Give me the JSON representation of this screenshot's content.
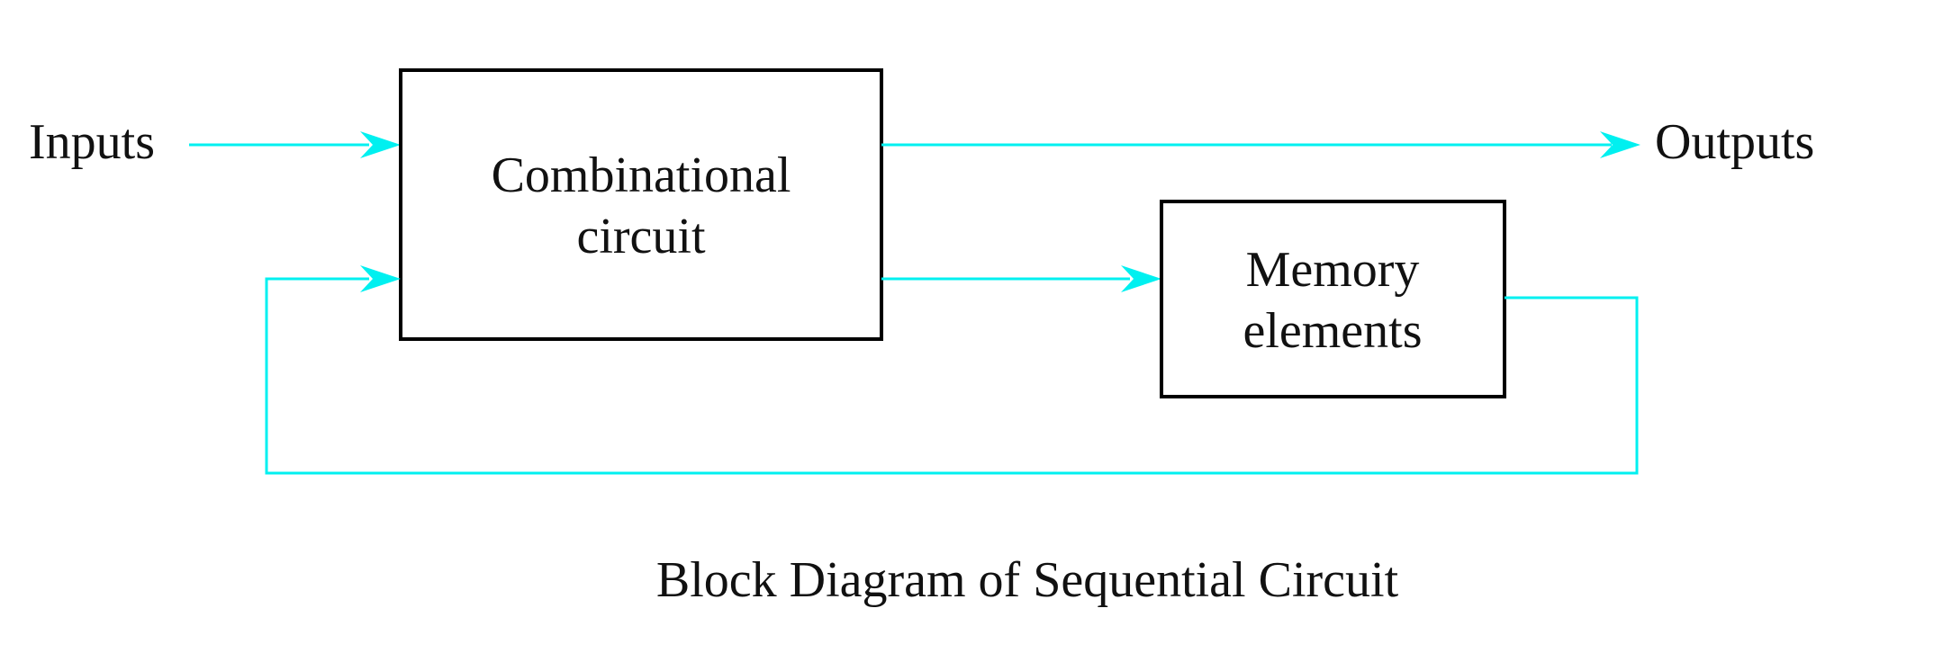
{
  "labels": {
    "inputs": "Inputs",
    "outputs": "Outputs",
    "caption": "Block Diagram of Sequential Circuit"
  },
  "blocks": {
    "combinational": {
      "line1": "Combinational",
      "line2": "circuit"
    },
    "memory": {
      "line1": "Memory",
      "line2": "elements"
    }
  },
  "colors": {
    "wire": "#00f0f0",
    "block_border": "#000000",
    "text": "#111111",
    "background": "#ffffff"
  }
}
